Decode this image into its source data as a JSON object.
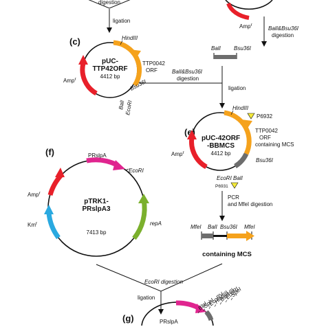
{
  "colors": {
    "amp": "#e8202a",
    "orf": "#f5a21c",
    "gray": "#6d6d6d",
    "prslpa": "#e0258f",
    "repA": "#7bb02d",
    "km": "#2aa9e0",
    "primer": "#f4ea3a"
  },
  "top": {
    "digestion": "digestion",
    "ligation": "ligation",
    "amp": "Amp",
    "amp_sup": "r",
    "enzymes": "BalI&Bsu36I",
    "digestion2": "digestion"
  },
  "fragment_b": {
    "left": "BalI",
    "right": "Bsu36I"
  },
  "panel_c": {
    "label": "(c)",
    "name1": "pUC-",
    "name2": "TTP42ORF",
    "size": "4412 bp",
    "hindiii": "HindIII",
    "orf1": "TTP0042",
    "orf2": "ORF",
    "bsu": "Bsu36I",
    "bal": "BalI",
    "ecori": "EcoRI",
    "amp": "Amp",
    "amp_sup": "r"
  },
  "arrow_cd": {
    "enzymes": "BalI&Bsu36I",
    "digestion": "digestion",
    "ligation": "ligation"
  },
  "panel_e": {
    "label": "(e)",
    "name1": "pUC-42ORF",
    "name2": "-BBMCS",
    "size": "4412 bp",
    "hindiii": "HindIII",
    "p6932": "P6932",
    "orf1": "TTP0042",
    "orf2": "ORF",
    "orf3": "containing MCS",
    "bsu": "Bsu36I",
    "ecori_bal": "EcoRI BalI",
    "p6931": "P6931",
    "amp": "Amp",
    "amp_sup": "r"
  },
  "pcr": {
    "line1": "PCR",
    "line2": "and MfeI digestion"
  },
  "fragment_mfe": {
    "mfe_left": "MfeI",
    "bal": "BalI",
    "bsu": "Bsu36I",
    "mfe_right": "MfeI",
    "caption": "containing MCS"
  },
  "panel_f": {
    "label": "(f)",
    "prslpa": "PRslpA",
    "ecori": "EcoRI",
    "amp": "Amp",
    "amp_sup": "r",
    "km": "Km",
    "km_sup": "r",
    "name1": "pTRK1-",
    "name2": "PRslpA3",
    "size": "7413 bp",
    "repa": "repA"
  },
  "bottom": {
    "ecori_digestion": "EcoRI digestion",
    "ligation": "ligation",
    "panel_g": "(g)",
    "prslpa": "PRslpA",
    "sites": [
      "BlpI",
      "SphI",
      "EcoRV",
      "HindIII",
      "BssHII",
      "EcoRI",
      "SpeI"
    ]
  }
}
